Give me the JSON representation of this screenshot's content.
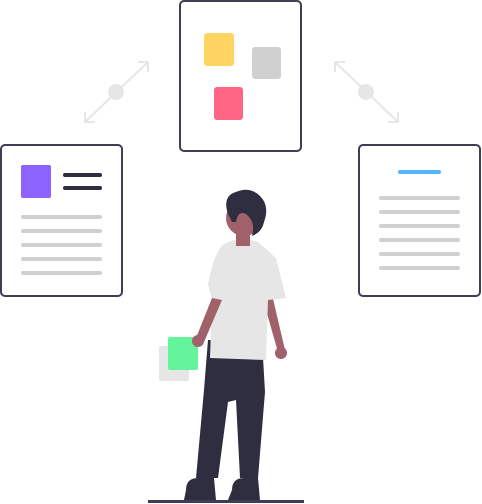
{
  "illustration": {
    "colors": {
      "card_border": "#3f3d56",
      "card_fill": "#ffffff",
      "connector": "#e6e6e6",
      "dot": "#e6e6e6",
      "line_gray": "#d0d0d0",
      "yellow": "#ffd460",
      "gray_block": "#d0d0d0",
      "pink": "#ff6584",
      "purple": "#8c63ff",
      "dark": "#2f2e41",
      "blue": "#54b4ff",
      "shirt": "#e6e6e6",
      "skin": "#a0616a",
      "paper_green": "#64f59c",
      "paper_gray": "#e6e6e6",
      "ground": "#3f3d56"
    },
    "icons": [
      "document-card-left",
      "board-card-center",
      "document-card-right",
      "person-figure"
    ]
  }
}
